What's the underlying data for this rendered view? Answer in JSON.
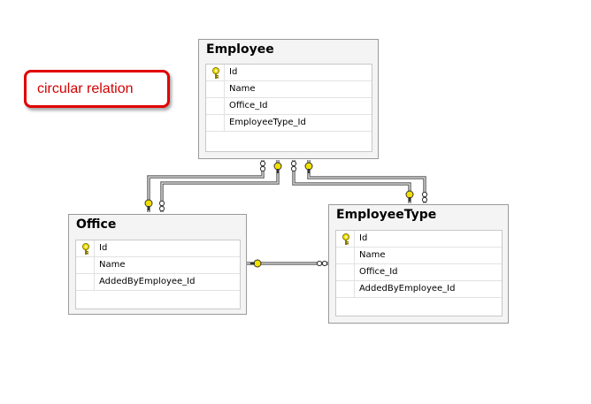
{
  "annotation": {
    "text": "circular relation"
  },
  "tables": {
    "employee": {
      "title": "Employee",
      "columns": [
        "Id",
        "Name",
        "Office_Id",
        "EmployeeType_Id"
      ]
    },
    "office": {
      "title": "Office",
      "columns": [
        "Id",
        "Name",
        "AddedByEmployee_Id"
      ]
    },
    "employee_type": {
      "title": "EmployeeType",
      "columns": [
        "Id",
        "Name",
        "Office_Id",
        "AddedByEmployee_Id"
      ]
    }
  },
  "primary_key_column": "Id",
  "colors": {
    "annotation_border": "#e00000",
    "annotation_text": "#d40000",
    "key_icon": "#f2e000",
    "connector": "#606060"
  },
  "icons": {
    "primary_key": "key-icon",
    "relation_one_end": "key-icon",
    "relation_many_end": "infinity-icon"
  }
}
